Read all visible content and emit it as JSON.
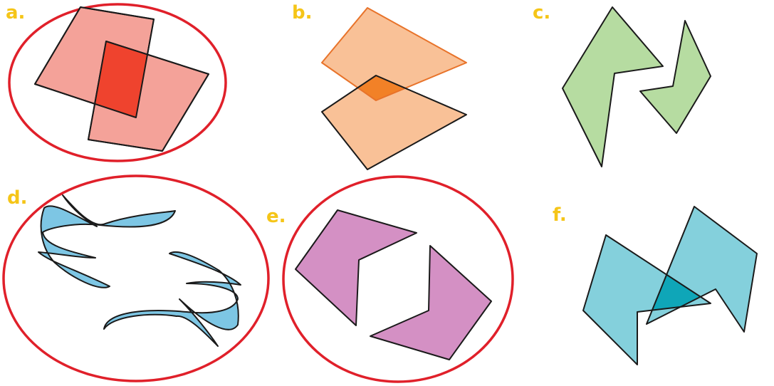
{
  "colors": {
    "label": "#f5c518",
    "circle": "#e0202a",
    "outline": "#1a1a1a",
    "orange_outline": "#e8732a"
  },
  "panels": [
    {
      "id": "a",
      "label": "a.",
      "circled": true,
      "fill": "#f4a299",
      "overlap_fill": "#ef432e",
      "description": "two rectangles overlapping"
    },
    {
      "id": "b",
      "label": "b.",
      "circled": false,
      "fill": "#f9c197",
      "overlap_fill": "#f28127",
      "description": "two quadrilaterals overlapping"
    },
    {
      "id": "c",
      "label": "c.",
      "circled": false,
      "fill": "#b6dca1",
      "overlap_fill": "",
      "description": "two separate shapes"
    },
    {
      "id": "d",
      "label": "d.",
      "circled": true,
      "fill": "#7dc6e4",
      "overlap_fill": "",
      "description": "two separate curved shapes"
    },
    {
      "id": "e",
      "label": "e.",
      "circled": true,
      "fill": "#d490c4",
      "overlap_fill": "",
      "description": "two separate chevron shapes"
    },
    {
      "id": "f",
      "label": "f.",
      "circled": false,
      "fill": "#84d0dc",
      "overlap_fill": "#0fa6b8",
      "description": "two shapes overlapping"
    }
  ]
}
